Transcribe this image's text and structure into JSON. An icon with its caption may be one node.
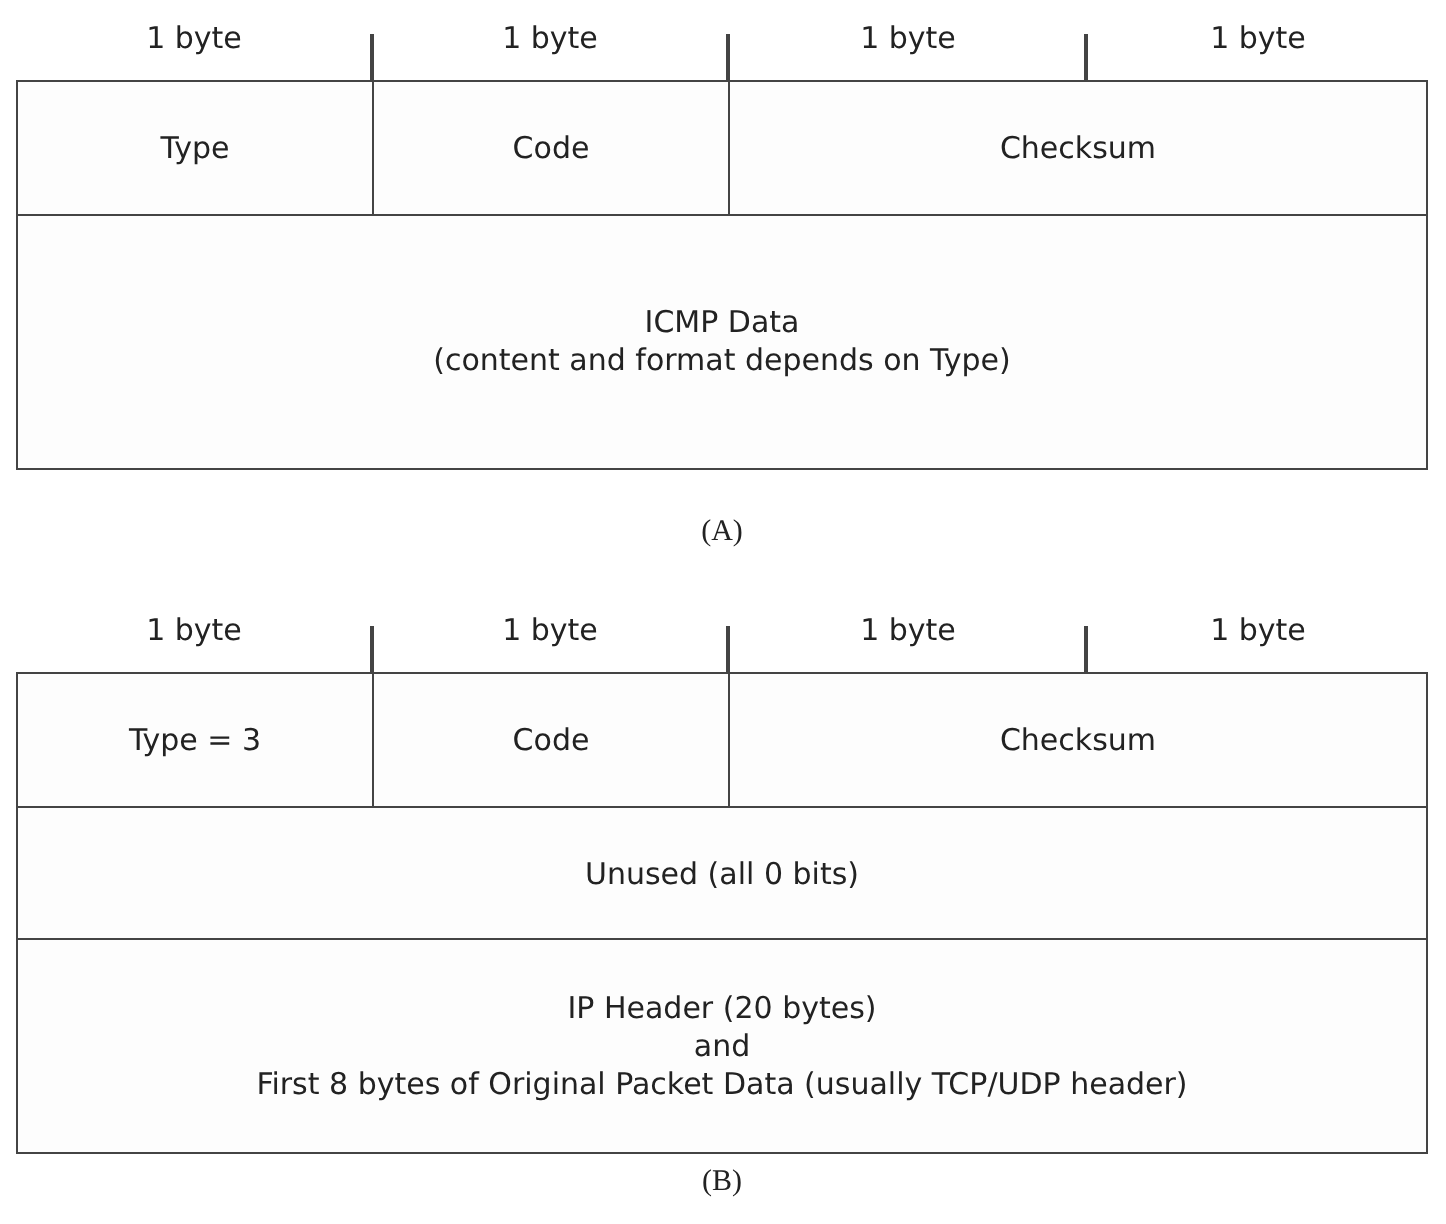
{
  "diagram": {
    "nodes": [
      {
        "text": [
          "Type"
        ]
      },
      {
        "text": [
          "Code"
        ]
      },
      {
        "text": [
          "Checksum"
        ]
      },
      {
        "text": [
          "ICMP Data",
          "(content and format depends on Type)"
        ]
      },
      {
        "text": [
          "Type = 3"
        ]
      },
      {
        "text": [
          "Code"
        ]
      },
      {
        "text": [
          "Checksum"
        ]
      },
      {
        "text": [
          "Unused (all 0 bits)"
        ]
      },
      {
        "text": [
          "IP Header (20 bytes)",
          "and",
          "First 8 bytes of Original Packet Data (usually TCP/UDP header)"
        ]
      }
    ],
    "edges": [],
    "labels": [
      "1 byte",
      "1 byte",
      "1 byte",
      "1 byte",
      "(A)",
      "1 byte",
      "1 byte",
      "1 byte",
      "1 byte",
      "(B)"
    ]
  }
}
